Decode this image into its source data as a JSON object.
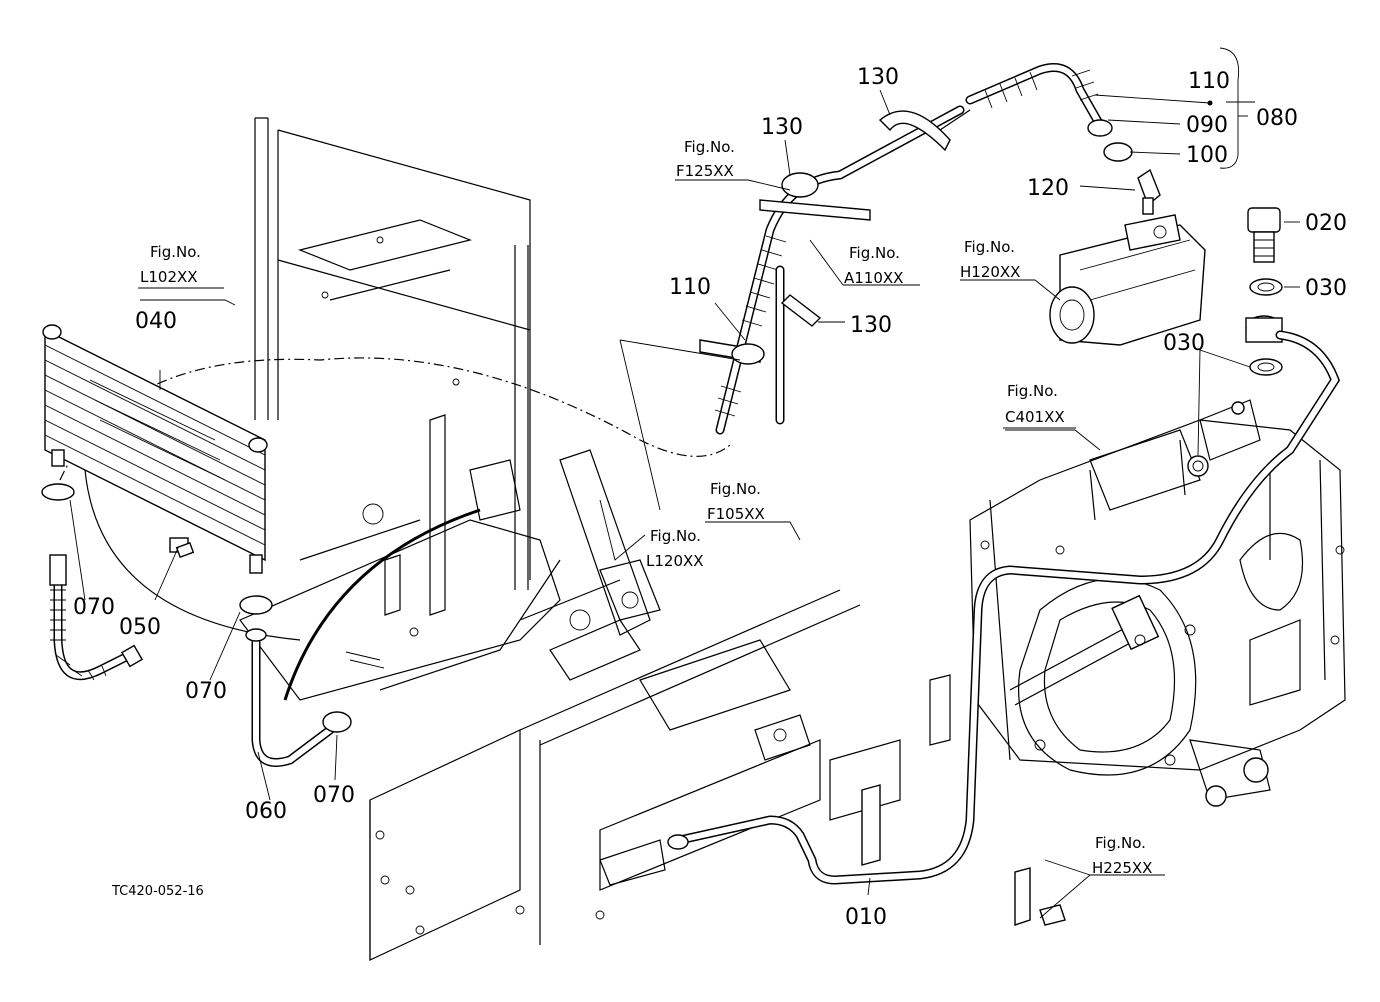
{
  "diagram": {
    "code": "TC420-052-16",
    "fig_refs": {
      "l102": {
        "title": "Fig.No.",
        "num": "L102XX"
      },
      "f125": {
        "title": "Fig.No.",
        "num": "F125XX"
      },
      "a110": {
        "title": "Fig.No.",
        "num": "A110XX"
      },
      "h120": {
        "title": "Fig.No.",
        "num": "H120XX"
      },
      "c401": {
        "title": "Fig.No.",
        "num": "C401XX"
      },
      "f105": {
        "title": "Fig.No.",
        "num": "F105XX"
      },
      "l120": {
        "title": "Fig.No.",
        "num": "L120XX"
      },
      "h225": {
        "title": "Fig.No.",
        "num": "H225XX"
      }
    },
    "parts": {
      "p010": "010",
      "p020": "020",
      "p030a": "030",
      "p030b": "030",
      "p040": "040",
      "p050": "050",
      "p060": "060",
      "p070a": "070",
      "p070b": "070",
      "p070c": "070",
      "p080": "080",
      "p090": "090",
      "p100": "100",
      "p110a": "110",
      "p110b": "110",
      "p120": "120",
      "p130a": "130",
      "p130b": "130",
      "p130c": "130"
    }
  }
}
